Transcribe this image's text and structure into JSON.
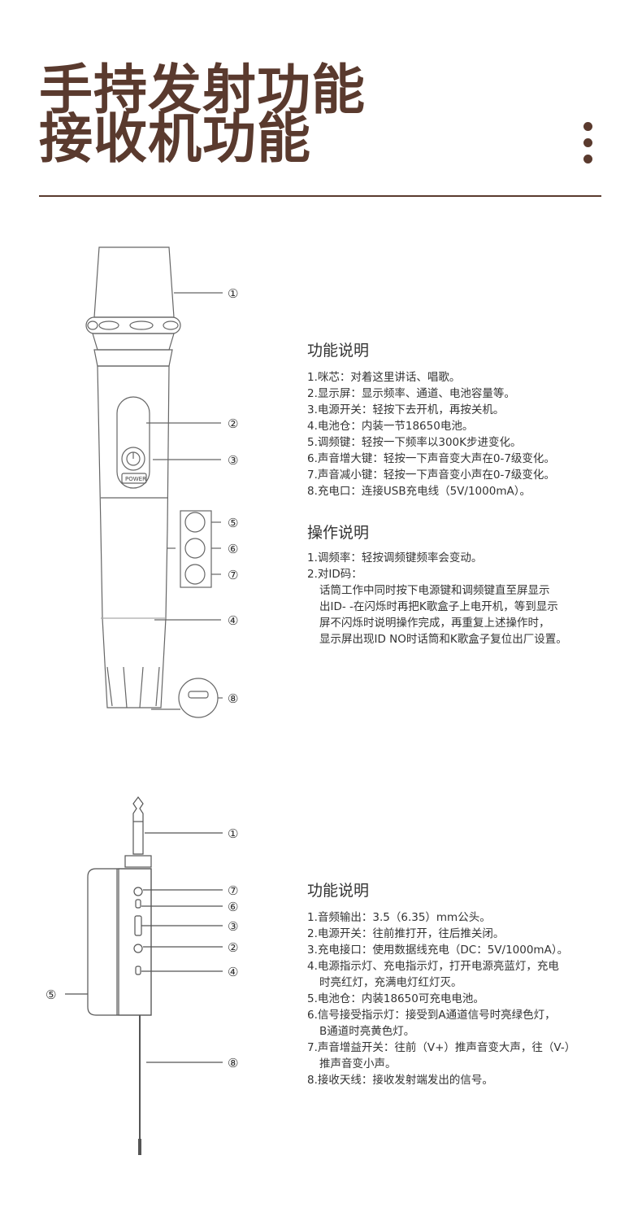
{
  "header": {
    "title_line1": "手持发射功能",
    "title_line2": "接收机功能"
  },
  "mic": {
    "power_label": "POWER",
    "callouts": [
      "①",
      "②",
      "③",
      "⑤",
      "⑥",
      "⑦",
      "④",
      "⑧"
    ]
  },
  "receiver": {
    "callouts": [
      "①",
      "⑦",
      "⑥",
      "③",
      "②",
      "④",
      "⑤",
      "⑧"
    ]
  },
  "section1": {
    "heading": "功能说明",
    "items": [
      "1.咪芯：对着这里讲话、唱歌。",
      "2.显示屏：显示频率、通道、电池容量等。",
      "3.电源开关：轻按下去开机，再按关机。",
      "4.电池仓：内装一节18650电池。",
      "5.调频键：轻按一下频率以300K步进变化。",
      "6.声音增大键：轻按一下声音变大声在0-7级变化。",
      "7.声音减小键：轻按一下声音变小声在0-7级变化。",
      "8.充电口：连接USB充电线（5V/1000mA）。"
    ]
  },
  "section2": {
    "heading": "操作说明",
    "items": [
      "1.调频率：轻按调频键频率会变动。",
      "2.对ID码：",
      "话筒工作中同时按下电源键和调频键直至屏显示",
      "出ID- -在闪烁时再把K歌盒子上电开机，等到显示",
      "屏不闪烁时说明操作完成，再重复上述操作时，",
      "显示屏出现ID NO时话筒和K歌盒子复位出厂设置。"
    ]
  },
  "section3": {
    "heading": "功能说明",
    "items": [
      "1.音频输出：3.5（6.35）mm公头。",
      "2.电源开关：往前推打开，往后推关闭。",
      "3.充电接口：使用数据线充电（DC：5V/1000mA）。",
      "4.电源指示灯、充电指示灯，打开电源亮蓝灯，充电",
      "时亮红灯，充满电灯红灯灭。",
      "5.电池仓：内装18650可充电电池。",
      "6.信号接受指示灯：接受到A通道信号时亮绿色灯，",
      "B通道时亮黄色灯。",
      "7.声音增益开关：往前（V+）推声音变大声，往（V-）",
      "推声音变小声。",
      "8.接收天线：接收发射端发出的信号。"
    ]
  }
}
